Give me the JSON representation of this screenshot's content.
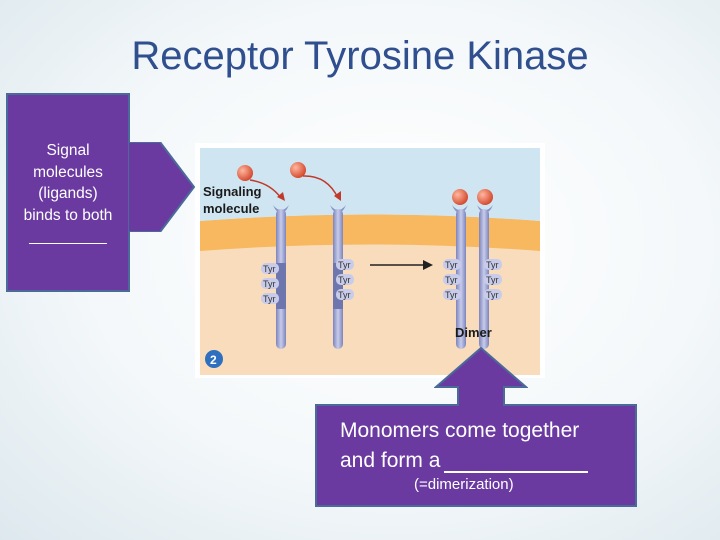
{
  "title": "Receptor Tyrosine Kinase",
  "left_callout": {
    "lines": [
      "Signal",
      "molecules",
      "(ligands)",
      "binds to both"
    ],
    "blank": "_________"
  },
  "diagram": {
    "signaling_label_1": "Signaling",
    "signaling_label_2": "molecule",
    "tyr_label": "Tyr",
    "dimer_label": "Dimer",
    "step_number": "2",
    "colors": {
      "background": "#f8dcbc",
      "membrane": "#f7b860",
      "receptor": "#9aa3d0",
      "ligand": "#e0603f"
    }
  },
  "bottom_callout": {
    "line1": "Monomers come together",
    "line2": "and form a",
    "line3": "(=dimerization)"
  },
  "colors": {
    "title": "#2f4f8f",
    "callout": "#6a3aa0"
  }
}
